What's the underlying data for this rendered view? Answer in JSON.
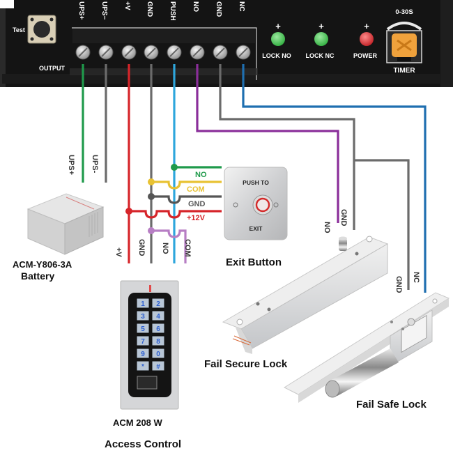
{
  "controller": {
    "terminal_labels": [
      "UPS+",
      "UPS−",
      "+V",
      "GND",
      "PUSH",
      "NO",
      "GND",
      "NC"
    ],
    "test_label": "Test",
    "output_label": "OUTPUT",
    "leds": [
      {
        "label": "LOCK NO",
        "color": "#2fae3e"
      },
      {
        "label": "LOCK NC",
        "color": "#2fae3e"
      },
      {
        "label": "POWER",
        "color": "#d6252a"
      }
    ],
    "led_plus": "+",
    "timer_range": "0-30S",
    "timer_label": "TIMER"
  },
  "wires": {
    "colors": {
      "ups_plus": "#1f9a4b",
      "ups_minus": "#6b6b6b",
      "plus_v": "#d6252a",
      "gnd": "#6b6b6b",
      "push": "#2ea6dc",
      "no": "#8a2e9a",
      "gnd2": "#6b6b6b",
      "nc": "#1f6fb0",
      "yellow": "#e8c233",
      "violet": "#b77ec4"
    }
  },
  "battery": {
    "wire_labels": [
      "UPS+",
      "UPS-"
    ],
    "model": "ACM-Y806-3A",
    "name": "Battery"
  },
  "exit_button": {
    "wire_labels": [
      "NO",
      "COM",
      "GND",
      "+12V"
    ],
    "plate_top": "PUSH TO",
    "plate_bottom": "EXIT",
    "name": "Exit Button"
  },
  "access_control": {
    "wire_labels": [
      "+V",
      "GND",
      "NO",
      "COM"
    ],
    "keys": [
      "1",
      "2",
      "3",
      "4",
      "5",
      "6",
      "7",
      "8",
      "9",
      "0",
      "*",
      "#"
    ],
    "model": "ACM 208 W",
    "name": "Access Control"
  },
  "fail_secure_lock": {
    "wire_labels": [
      "NO",
      "GND"
    ],
    "name": "Fail Secure Lock"
  },
  "fail_safe_lock": {
    "wire_labels": [
      "GND",
      "NC"
    ],
    "name": "Fail Safe Lock"
  }
}
